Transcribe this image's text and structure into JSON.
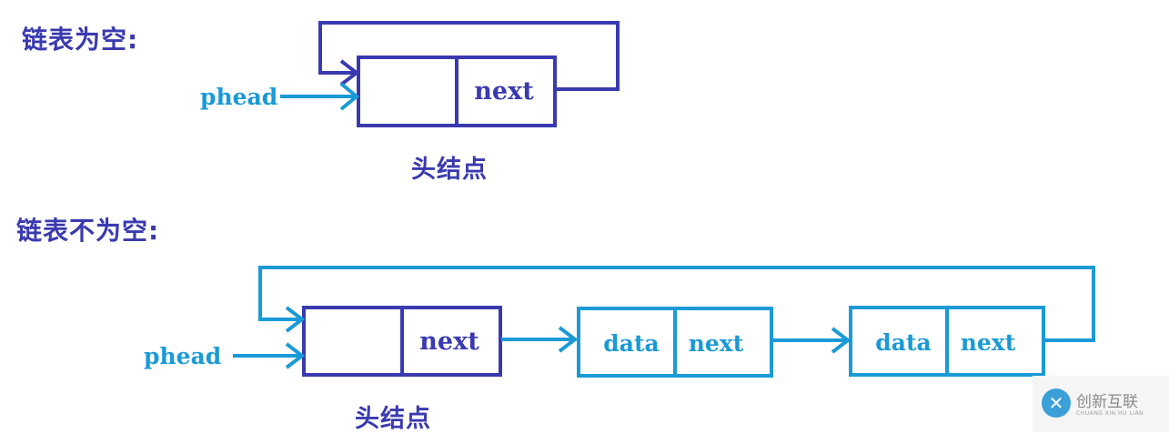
{
  "headings": {
    "empty": "链表为空:",
    "nonempty": "链表不为空:"
  },
  "labels": {
    "phead": "phead",
    "next": "next",
    "data": "data",
    "head_node": "头结点"
  },
  "colors": {
    "head_node": "#3a3ab0",
    "data_node": "#1a9ad6"
  },
  "watermark": {
    "logo_icon": "swirl-logo-icon",
    "text_cn": "创新互联",
    "text_en": "CHUANG XIN HU LIAN"
  }
}
